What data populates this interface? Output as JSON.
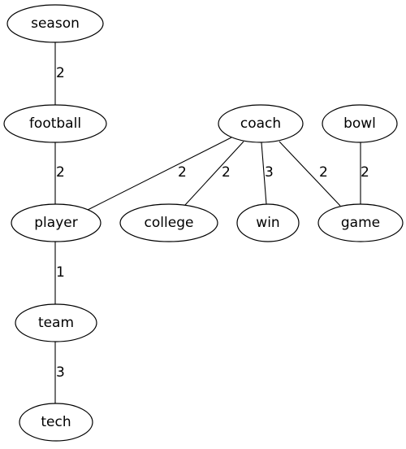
{
  "graph": {
    "nodes": [
      {
        "id": "season",
        "label": "season"
      },
      {
        "id": "football",
        "label": "football"
      },
      {
        "id": "coach",
        "label": "coach"
      },
      {
        "id": "bowl",
        "label": "bowl"
      },
      {
        "id": "player",
        "label": "player"
      },
      {
        "id": "college",
        "label": "college"
      },
      {
        "id": "win",
        "label": "win"
      },
      {
        "id": "game",
        "label": "game"
      },
      {
        "id": "team",
        "label": "team"
      },
      {
        "id": "tech",
        "label": "tech"
      }
    ],
    "edges": [
      {
        "source": "season",
        "target": "football",
        "weight": "2"
      },
      {
        "source": "football",
        "target": "player",
        "weight": "2"
      },
      {
        "source": "coach",
        "target": "player",
        "weight": "2"
      },
      {
        "source": "coach",
        "target": "college",
        "weight": "2"
      },
      {
        "source": "coach",
        "target": "win",
        "weight": "3"
      },
      {
        "source": "coach",
        "target": "game",
        "weight": "2"
      },
      {
        "source": "bowl",
        "target": "game",
        "weight": "2"
      },
      {
        "source": "player",
        "target": "team",
        "weight": "1"
      },
      {
        "source": "team",
        "target": "tech",
        "weight": "3"
      }
    ]
  }
}
